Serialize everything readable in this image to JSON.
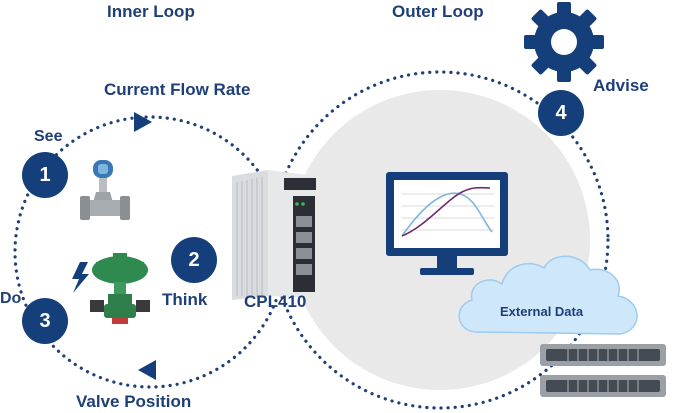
{
  "headings": {
    "inner_loop": "Inner Loop",
    "outer_loop": "Outer Loop"
  },
  "steps": [
    {
      "number": "1",
      "label": "See"
    },
    {
      "number": "2",
      "label": "Think"
    },
    {
      "number": "3",
      "label": "Do"
    },
    {
      "number": "4",
      "label": "Advise"
    }
  ],
  "flow_labels": {
    "top": "Current Flow Rate",
    "bottom": "Valve Position"
  },
  "controller_label": "CPL410",
  "cloud_label": "External Data",
  "icons": [
    "gear-icon",
    "flow-meter-icon",
    "control-valve-icon",
    "lightning-icon",
    "monitor-chart-icon",
    "cloud-icon",
    "server-rack-icon",
    "controller-device-icon"
  ],
  "colors": {
    "brand_navy": "#143f7a",
    "text_navy": "#1f3f78",
    "dotted_path": "#1f3f78",
    "circle_bg": "#e9e9e9",
    "cloud_fill": "#cfe7fb",
    "curve_blue": "#7fb6dd",
    "curve_purple": "#6b2d6b"
  }
}
